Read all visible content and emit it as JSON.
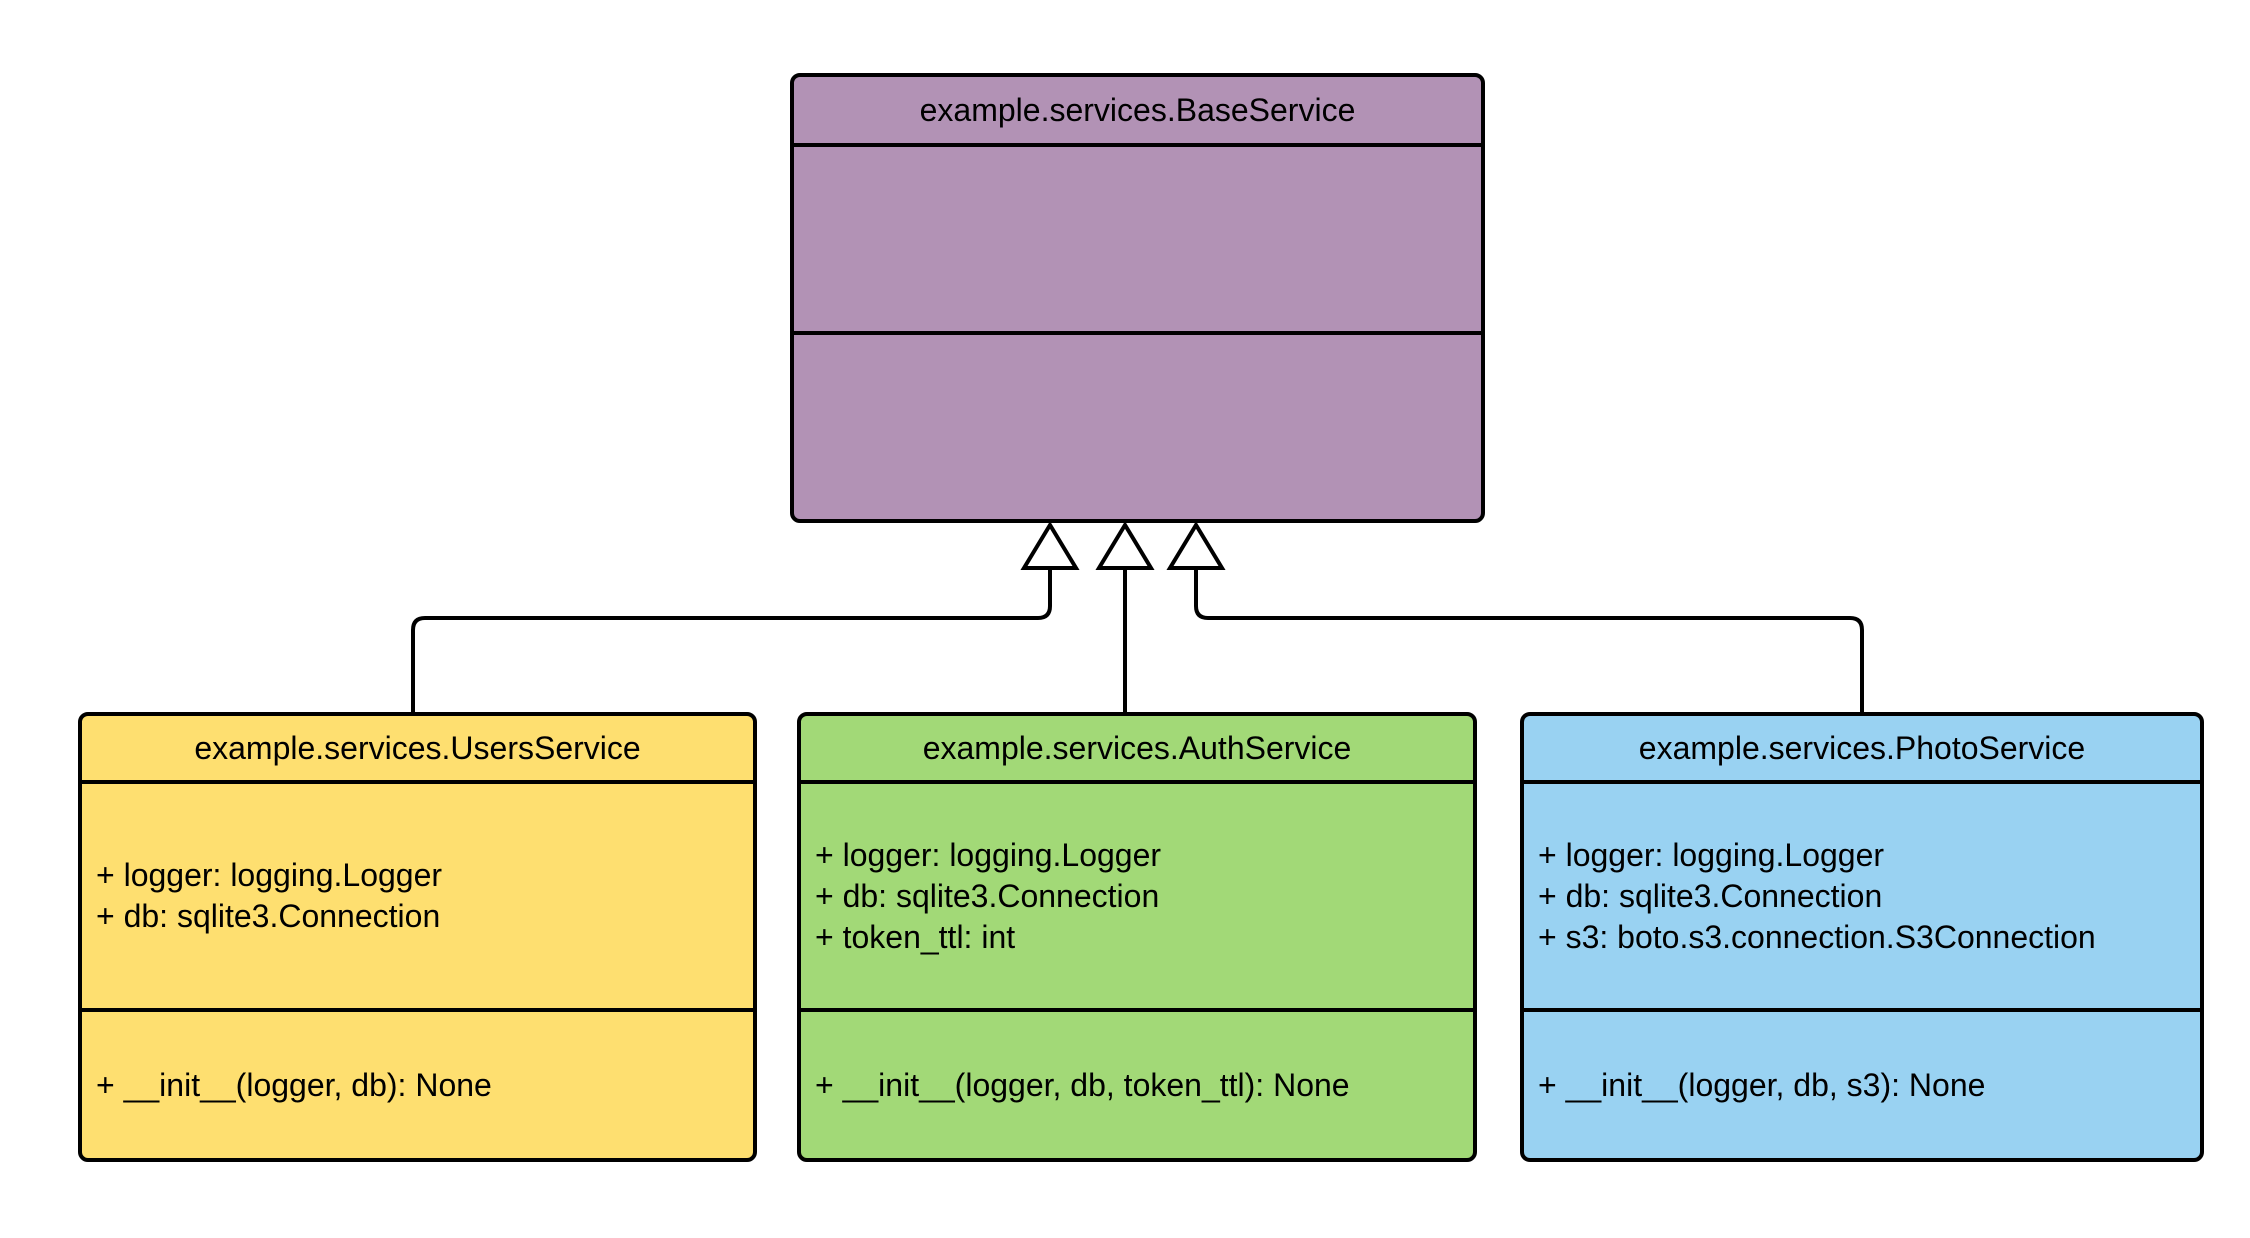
{
  "diagram": {
    "type": "uml-class-diagram",
    "background_color": "#ffffff",
    "line_color": "#000000",
    "classes": [
      {
        "name": "example.services.BaseService",
        "fill_color": "#b292b5",
        "attributes": [],
        "methods": []
      },
      {
        "name": "example.services.UsersService",
        "fill_color": "#fedf70",
        "attributes": [
          "+ logger: logging.Logger",
          "+ db: sqlite3.Connection"
        ],
        "methods": [
          "+ __init__(logger, db): None"
        ]
      },
      {
        "name": "example.services.AuthService",
        "fill_color": "#a2d977",
        "attributes": [
          "+ logger: logging.Logger",
          "+ db: sqlite3.Connection",
          "+ token_ttl: int"
        ],
        "methods": [
          "+ __init__(logger, db, token_ttl): None"
        ]
      },
      {
        "name": "example.services.PhotoService",
        "fill_color": "#99d2f2",
        "attributes": [
          "+ logger: logging.Logger",
          "+ db: sqlite3.Connection",
          "+ s3: boto.s3.connection.S3Connection"
        ],
        "methods": [
          "+ __init__(logger, db, s3): None"
        ]
      }
    ],
    "relations": [
      {
        "type": "inheritance",
        "from": "example.services.UsersService",
        "to": "example.services.BaseService"
      },
      {
        "type": "inheritance",
        "from": "example.services.AuthService",
        "to": "example.services.BaseService"
      },
      {
        "type": "inheritance",
        "from": "example.services.PhotoService",
        "to": "example.services.BaseService"
      }
    ]
  }
}
